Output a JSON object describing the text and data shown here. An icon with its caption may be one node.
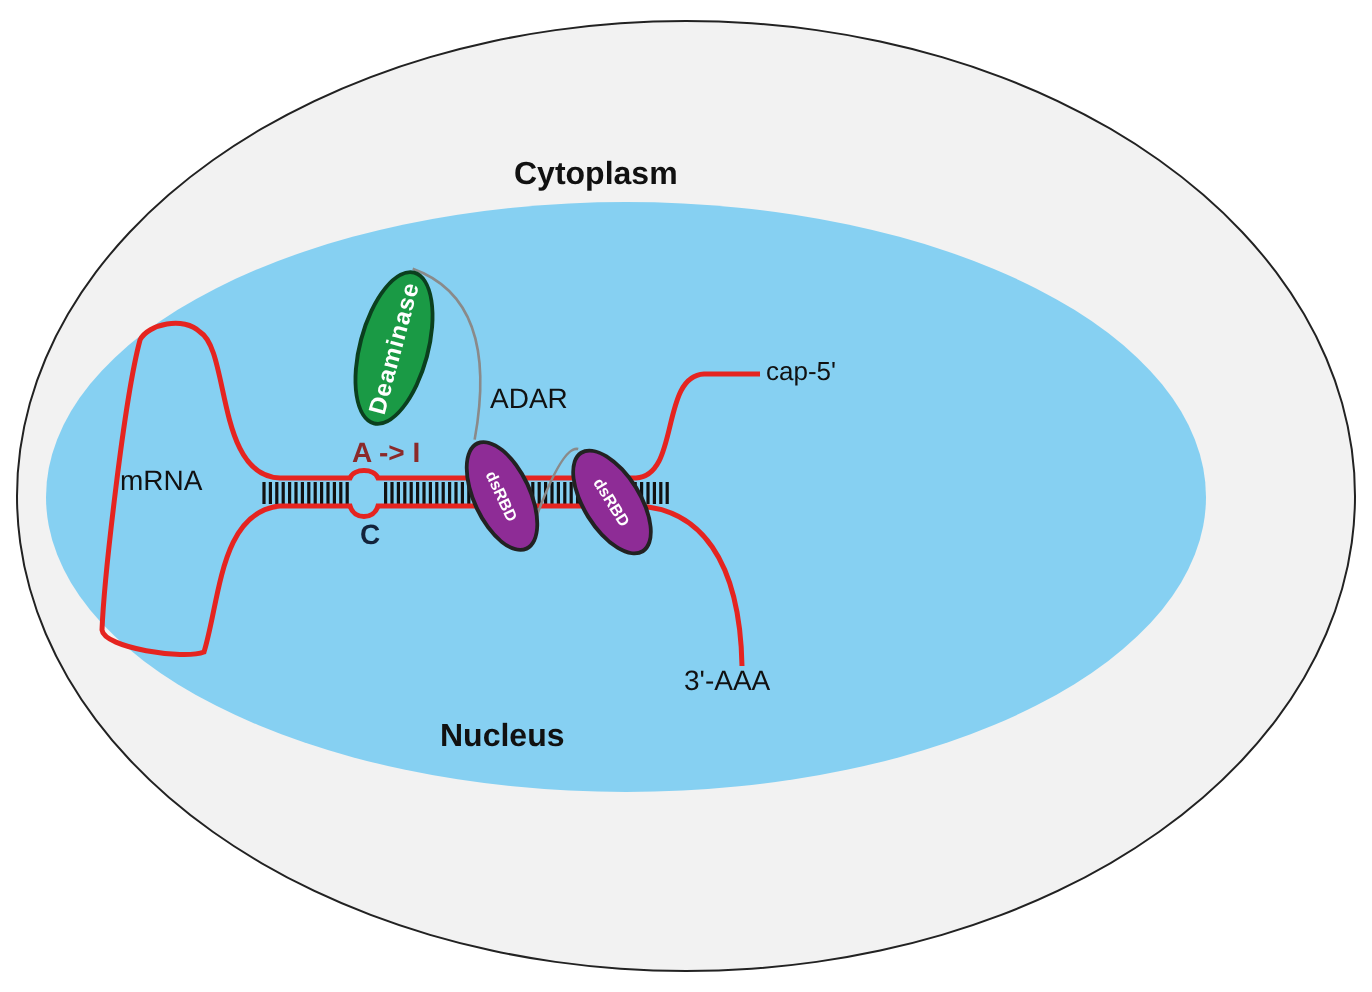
{
  "diagram": {
    "nodes": [
      {
        "text": [
          "Cytoplasm"
        ]
      },
      {
        "text": [
          "Nucleus"
        ],
        "in": 0
      },
      {
        "text": [
          "Deaminase"
        ],
        "in": 1
      },
      {
        "text": [
          "dsRBD"
        ],
        "in": 1
      },
      {
        "text": [
          "dsRBD"
        ],
        "in": 1
      }
    ],
    "edges": [
      {
        "from": 2,
        "to": 3,
        "arrow": "none"
      },
      {
        "from": 3,
        "to": 4,
        "arrow": "none"
      }
    ],
    "labels": [
      "mRNA",
      "A -> I",
      "C",
      "ADAR",
      "cap-5'",
      "3'-AAA"
    ]
  }
}
